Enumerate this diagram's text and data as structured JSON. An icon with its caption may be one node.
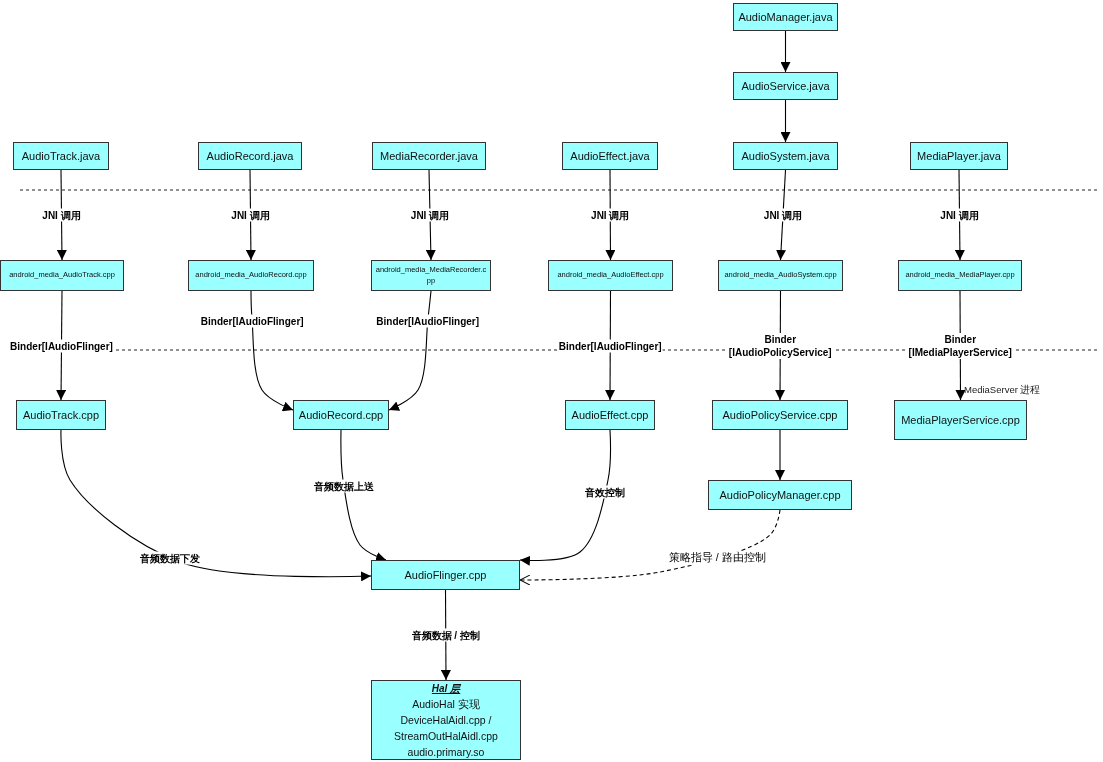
{
  "diagram": {
    "nodes": [
      {
        "text": [
          "AudioManager.java"
        ]
      },
      {
        "text": [
          "AudioService.java"
        ]
      },
      {
        "text": [
          "AudioTrack.java"
        ]
      },
      {
        "text": [
          "AudioRecord.java"
        ]
      },
      {
        "text": [
          "MediaRecorder.java"
        ]
      },
      {
        "text": [
          "AudioEffect.java"
        ]
      },
      {
        "text": [
          "AudioSystem.java"
        ]
      },
      {
        "text": [
          "MediaPlayer.java"
        ]
      },
      {
        "text": [
          "android_media_AudioTrack.cpp"
        ]
      },
      {
        "text": [
          "android_media_AudioRecord.cpp"
        ]
      },
      {
        "text": [
          "android_media_MediaRecorder.cpp"
        ]
      },
      {
        "text": [
          "android_media_AudioEffect.cpp"
        ]
      },
      {
        "text": [
          "android_media_AudioSystem.cpp"
        ]
      },
      {
        "text": [
          "android_media_MediaPlayer.cpp"
        ]
      },
      {
        "text": [
          "AudioTrack.cpp"
        ]
      },
      {
        "text": [
          "AudioRecord.cpp"
        ]
      },
      {
        "text": [
          "AudioEffect.cpp"
        ]
      },
      {
        "text": [
          "AudioPolicyService.cpp"
        ]
      },
      {
        "text": [
          "MediaPlayerService.cpp"
        ],
        "beside": [
          "MediaServer 进程"
        ]
      },
      {
        "text": [
          "AudioPolicyManager.cpp"
        ]
      },
      {
        "text": [
          "AudioFlinger.cpp"
        ]
      },
      {
        "text": [
          "Hal 层",
          "AudioHal 实现 DeviceHalAidl.cpp / StreamOutHalAidl.cpp audio.primary.so"
        ]
      }
    ],
    "edges": [
      {
        "from": 0,
        "to": 1,
        "arrow": "to"
      },
      {
        "from": 1,
        "to": 6,
        "arrow": "to"
      },
      {
        "from": 2,
        "to": 8,
        "arrow": "to",
        "label": "JNI 调用"
      },
      {
        "from": 3,
        "to": 9,
        "arrow": "to",
        "label": "JNI 调用"
      },
      {
        "from": 4,
        "to": 10,
        "arrow": "to",
        "label": "JNI 调用"
      },
      {
        "from": 5,
        "to": 11,
        "arrow": "to",
        "label": "JNI 调用"
      },
      {
        "from": 6,
        "to": 12,
        "arrow": "to",
        "label": "JNI 调用"
      },
      {
        "from": 7,
        "to": 13,
        "arrow": "to",
        "label": "JNI 调用"
      },
      {
        "from": 8,
        "to": 14,
        "arrow": "to",
        "label": "Binder[IAudioFlinger]"
      },
      {
        "from": 9,
        "to": 15,
        "arrow": "to",
        "label": "Binder[IAudioFlinger]"
      },
      {
        "from": 10,
        "to": 15,
        "arrow": "to",
        "label": "Binder[IAudioFlinger]"
      },
      {
        "from": 11,
        "to": 16,
        "arrow": "to",
        "label": "Binder[IAudioFlinger]"
      },
      {
        "from": 12,
        "to": 17,
        "arrow": "to",
        "label": "Binder [IAudioPolicyService]"
      },
      {
        "from": 13,
        "to": 18,
        "arrow": "to",
        "label": "Binder [IMediaPlayerService]"
      },
      {
        "from": 17,
        "to": 19,
        "arrow": "to"
      },
      {
        "from": 14,
        "to": 20,
        "arrow": "to",
        "label": "音频数据下发"
      },
      {
        "from": 15,
        "to": 20,
        "arrow": "to",
        "label": "音频数据上送"
      },
      {
        "from": 16,
        "to": 20,
        "arrow": "to",
        "label": "音效控制"
      },
      {
        "from": 19,
        "to": 20,
        "arrow": "to",
        "label": "策略指导 / 路由控制",
        "style": "dashed"
      },
      {
        "from": 20,
        "to": 21,
        "arrow": "to",
        "label": "音频数据 / 控制"
      }
    ]
  }
}
